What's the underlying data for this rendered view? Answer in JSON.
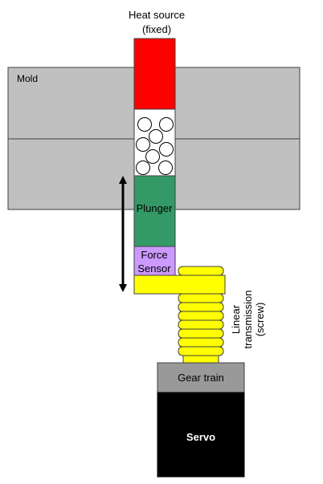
{
  "labels": {
    "heat_source_line1": "Heat source",
    "heat_source_line2": "(fixed)",
    "mold": "Mold",
    "plunger": "Plunger",
    "force_sensor_line1": "Force",
    "force_sensor_line2": "Sensor",
    "linear_transmission_line1": "Linear",
    "linear_transmission_line2": "transmission",
    "linear_transmission_line3": "(screw)",
    "gear_train": "Gear train",
    "servo": "Servo"
  },
  "colors": {
    "mold": "#c0c0c0",
    "heat_source": "#ff0000",
    "plunger": "#339966",
    "force_sensor": "#cc99ff",
    "screw": "#ffff00",
    "gear_train": "#999999",
    "servo": "#000000"
  }
}
